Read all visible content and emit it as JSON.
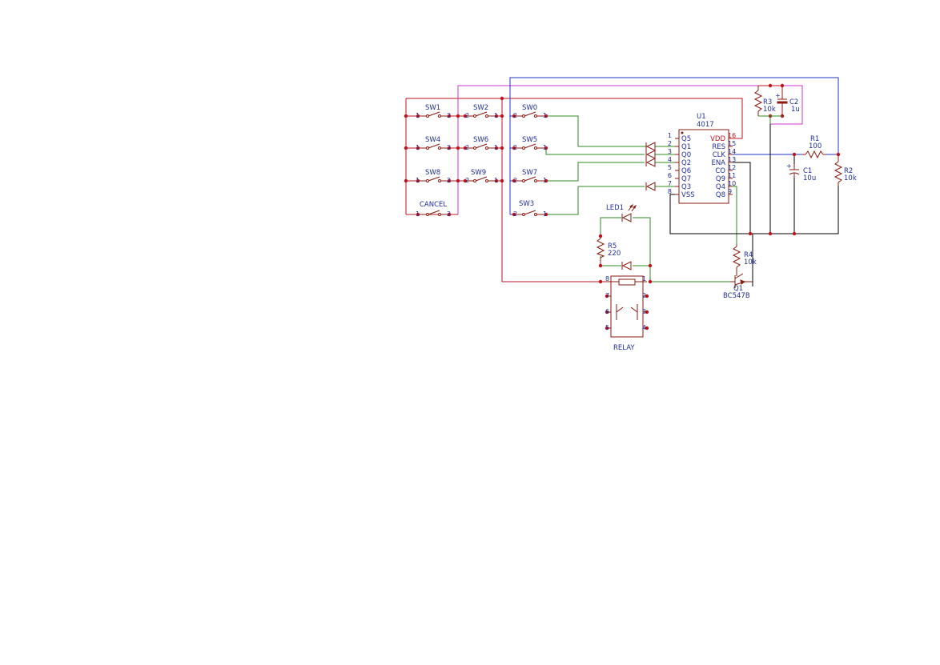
{
  "colors": {
    "wire_red": "#c1121f",
    "wire_green": "#2e8b22",
    "wire_blue": "#2633c7",
    "wire_magenta": "#cc33cc",
    "wire_black": "#000000",
    "component": "#8b1a10",
    "text": "#1f2e99",
    "junction": "#c1121f"
  },
  "switches": [
    {
      "ref": "SW1",
      "p1": "1",
      "p2": "2"
    },
    {
      "ref": "SW2",
      "p1": "2",
      "p2": "1"
    },
    {
      "ref": "SW0",
      "p1": "2",
      "p2": "1"
    },
    {
      "ref": "SW4",
      "p1": "1",
      "p2": "2"
    },
    {
      "ref": "SW6",
      "p1": "2",
      "p2": "1"
    },
    {
      "ref": "SW5",
      "p1": "2",
      "p2": "1"
    },
    {
      "ref": "SW8",
      "p1": "1",
      "p2": "2"
    },
    {
      "ref": "SW9",
      "p1": "2",
      "p2": "1"
    },
    {
      "ref": "SW7",
      "p1": "2",
      "p2": "1"
    },
    {
      "ref": "CANCEL",
      "p1": "1",
      "p2": "2"
    },
    {
      "ref": "SW3",
      "p1": "2",
      "p2": "1"
    }
  ],
  "ic": {
    "ref": "U1",
    "value": "4017",
    "left_pins": [
      {
        "num": "1",
        "name": "Q5"
      },
      {
        "num": "2",
        "name": "Q1"
      },
      {
        "num": "3",
        "name": "Q0"
      },
      {
        "num": "4",
        "name": "Q2"
      },
      {
        "num": "5",
        "name": "Q6"
      },
      {
        "num": "6",
        "name": "Q7"
      },
      {
        "num": "7",
        "name": "Q3"
      },
      {
        "num": "8",
        "name": "VSS"
      }
    ],
    "right_pins": [
      {
        "num": "16",
        "name": "VDD"
      },
      {
        "num": "15",
        "name": "RES"
      },
      {
        "num": "14",
        "name": "CLK"
      },
      {
        "num": "13",
        "name": "ENA"
      },
      {
        "num": "12",
        "name": "CO"
      },
      {
        "num": "11",
        "name": "Q9"
      },
      {
        "num": "10",
        "name": "Q4"
      },
      {
        "num": "9",
        "name": "Q8"
      }
    ]
  },
  "parts": {
    "r1": {
      "ref": "R1",
      "value": "100"
    },
    "r2": {
      "ref": "R2",
      "value": "10k"
    },
    "r3": {
      "ref": "R3",
      "value": "10k"
    },
    "r4": {
      "ref": "R4",
      "value": "10k"
    },
    "r5": {
      "ref": "R5",
      "value": "220"
    },
    "c1": {
      "ref": "C1",
      "value": "10u"
    },
    "c2": {
      "ref": "C2",
      "value": "1u"
    },
    "led1": {
      "ref": "LED1"
    },
    "q1": {
      "ref": "Q1",
      "value": "BC547B"
    },
    "relay": {
      "ref": "RELAY",
      "pins": [
        "8",
        "1",
        "7",
        "2",
        "6",
        "3",
        "5",
        "4"
      ]
    }
  }
}
